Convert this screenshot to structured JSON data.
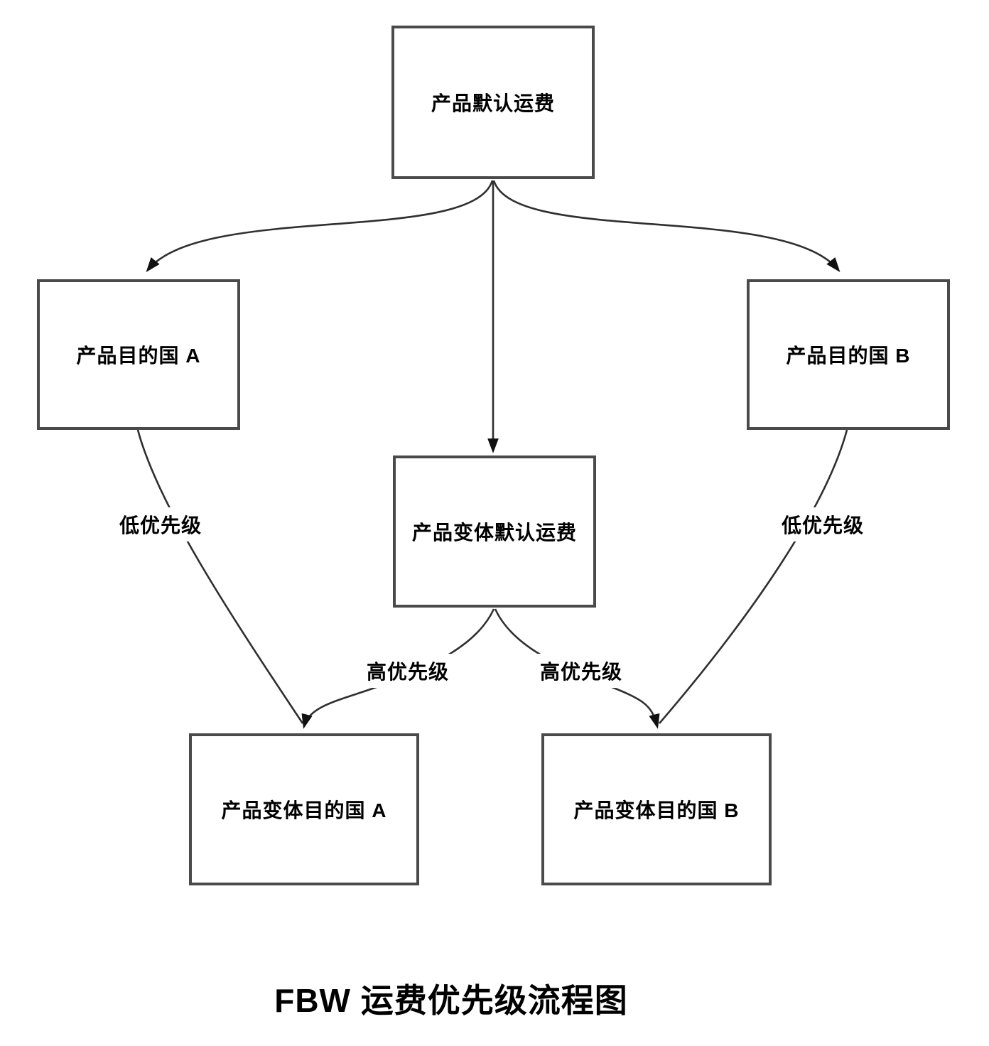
{
  "title": "FBW 运费优先级流程图",
  "nodes": {
    "top": {
      "label": "产品默认运费"
    },
    "left": {
      "label": "产品目的国 A"
    },
    "right": {
      "label": "产品目的国 B"
    },
    "middle": {
      "label": "产品变体默认运费"
    },
    "bottom_left": {
      "label": "产品变体目的国 A"
    },
    "bottom_right": {
      "label": "产品变体目的国 B"
    }
  },
  "edge_labels": {
    "left_low": "低优先级",
    "right_low": "低优先级",
    "left_high": "高优先级",
    "right_high": "高优先级"
  },
  "colors": {
    "background": "#ffffff",
    "box_border": "#4a4a4a",
    "line": "#2f2f2f",
    "arrowhead": "#111111",
    "text": "#000000"
  }
}
